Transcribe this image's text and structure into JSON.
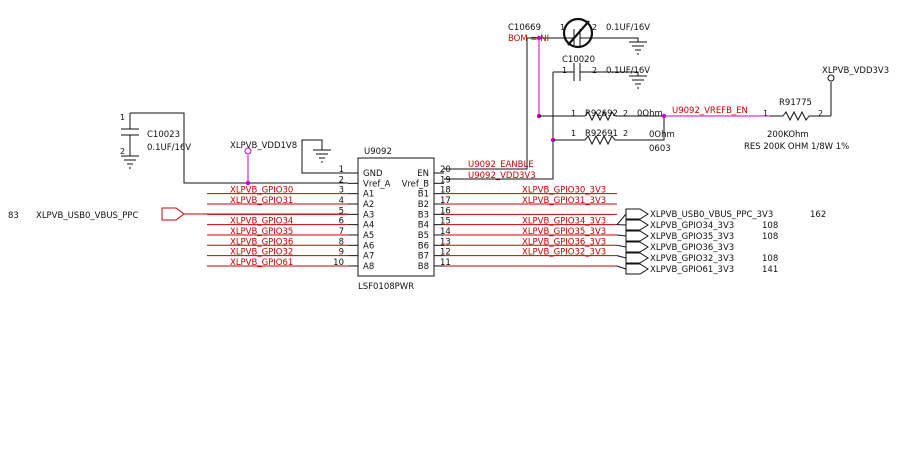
{
  "ic": {
    "refdes": "U9092",
    "part": "LSF0108PWR",
    "left_pins": [
      {
        "num": "1",
        "name": "GND",
        "net": ""
      },
      {
        "num": "2",
        "name": "Vref_A",
        "net": ""
      },
      {
        "num": "3",
        "name": "A1",
        "net": "XLPVB_GPIO30"
      },
      {
        "num": "4",
        "name": "A2",
        "net": "XLPVB_GPIO31"
      },
      {
        "num": "5",
        "name": "A3",
        "net": ""
      },
      {
        "num": "6",
        "name": "A4",
        "net": "XLPVB_GPIO34"
      },
      {
        "num": "7",
        "name": "A5",
        "net": "XLPVB_GPIO35"
      },
      {
        "num": "8",
        "name": "A6",
        "net": "XLPVB_GPIO36"
      },
      {
        "num": "9",
        "name": "A7",
        "net": "XLPVB_GPIO32"
      },
      {
        "num": "10",
        "name": "A8",
        "net": "XLPVB_GPIO61"
      }
    ],
    "right_pins": [
      {
        "num": "20",
        "name": "EN",
        "net": "U9092_EANBLE"
      },
      {
        "num": "19",
        "name": "Vref_B",
        "net": "U9092_VDD3V3"
      },
      {
        "num": "18",
        "name": "B1",
        "net": "XLPVB_GPIO30_3V3"
      },
      {
        "num": "17",
        "name": "B2",
        "net": "XLPVB_GPIO31_3V3"
      },
      {
        "num": "16",
        "name": "B3",
        "net": ""
      },
      {
        "num": "15",
        "name": "B4",
        "net": "XLPVB_GPIO34_3V3"
      },
      {
        "num": "14",
        "name": "B5",
        "net": "XLPVB_GPIO35_3V3"
      },
      {
        "num": "13",
        "name": "B6",
        "net": "XLPVB_GPIO36_3V3"
      },
      {
        "num": "12",
        "name": "B7",
        "net": "XLPVB_GPIO32_3V3"
      },
      {
        "num": "11",
        "name": "B8",
        "net": ""
      }
    ]
  },
  "c10023": {
    "refdes": "C10023",
    "value": "0.1UF/16V",
    "pin1": "1",
    "pin2": "2"
  },
  "c10669": {
    "refdes": "C10669",
    "bom": "BOM = NI",
    "value": "0.1UF/16V",
    "pin1": "1",
    "pin2": "2"
  },
  "c10020": {
    "refdes": "C10020",
    "value": "0.1UF/16V",
    "pin1": "1",
    "pin2": "2"
  },
  "r92692": {
    "refdes": "R92692",
    "value": "0Ohm",
    "pin1": "1",
    "pin2": "2"
  },
  "r92691": {
    "refdes": "R92691",
    "value": "0Ohm",
    "footprint": "0603",
    "pin1": "1",
    "pin2": "2"
  },
  "r91775": {
    "refdes": "R91775",
    "value": "200KOhm",
    "desc": "RES 200K OHM 1/8W 1%",
    "pin1": "1",
    "pin2": "2"
  },
  "nets": {
    "vdd1v8": "XLPVB_VDD1V8",
    "vdd3v3": "XLPVB_VDD3V3",
    "vrefb_en": "U9092_VREFB_EN",
    "usb_in": {
      "page": "83",
      "name": "XLPVB_USB0_VBUS_PPC"
    }
  },
  "offpage": [
    {
      "name": "XLPVB_USB0_VBUS_PPC_3V3",
      "page": "162"
    },
    {
      "name": "XLPVB_GPIO34_3V3",
      "page": "108"
    },
    {
      "name": "XLPVB_GPIO35_3V3",
      "page": "108"
    },
    {
      "name": "XLPVB_GPIO36_3V3",
      "page": ""
    },
    {
      "name": "XLPVB_GPIO32_3V3",
      "page": "108"
    },
    {
      "name": "XLPVB_GPIO61_3V3",
      "page": "141"
    }
  ]
}
